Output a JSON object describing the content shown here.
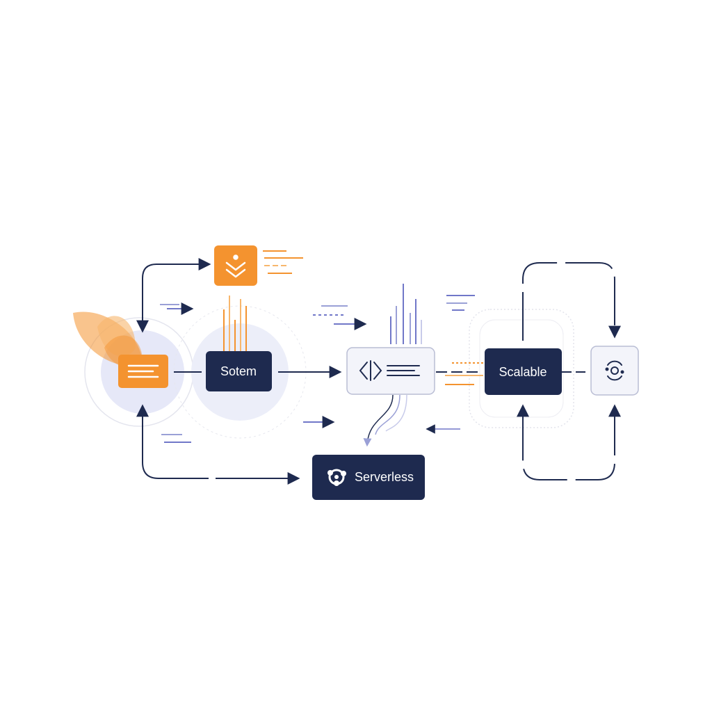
{
  "colors": {
    "navy": "#1e2a4f",
    "orange": "#f4932f",
    "orange_light": "#f7b66c",
    "lavender": "#e6e8f8",
    "periwinkle": "#7077c8",
    "card_fill": "#f3f4fa",
    "card_border": "#b9bdd4",
    "faint_ring": "#dcdde6",
    "background": "#ffffff"
  },
  "nodes": {
    "system_node": {
      "label": "Sotem",
      "style": "navy"
    },
    "scalable_node": {
      "label": "Scalable",
      "style": "navy"
    },
    "serverless_node": {
      "label": "Serverless",
      "style": "navy",
      "icon": "cloud-icon"
    },
    "source_card": {
      "style": "orange",
      "icon": "text-lines-icon"
    },
    "top_card": {
      "style": "orange",
      "icon": "double-chevron-down-icon"
    },
    "processor_card": {
      "style": "light",
      "icon": "split-bracket-icon"
    },
    "endpoint_card": {
      "style": "light",
      "icon": "gear-node-icon"
    }
  },
  "edges": [
    "source-to-top",
    "source-to-system",
    "system-to-processor",
    "processor-to-scalable",
    "scalable-to-endpoint",
    "endpoint-loop-top",
    "endpoint-loop-bottom",
    "processor-to-serverless",
    "source-to-serverless"
  ],
  "decorations": [
    "leaf-shape",
    "speed-lines",
    "data-streams"
  ]
}
